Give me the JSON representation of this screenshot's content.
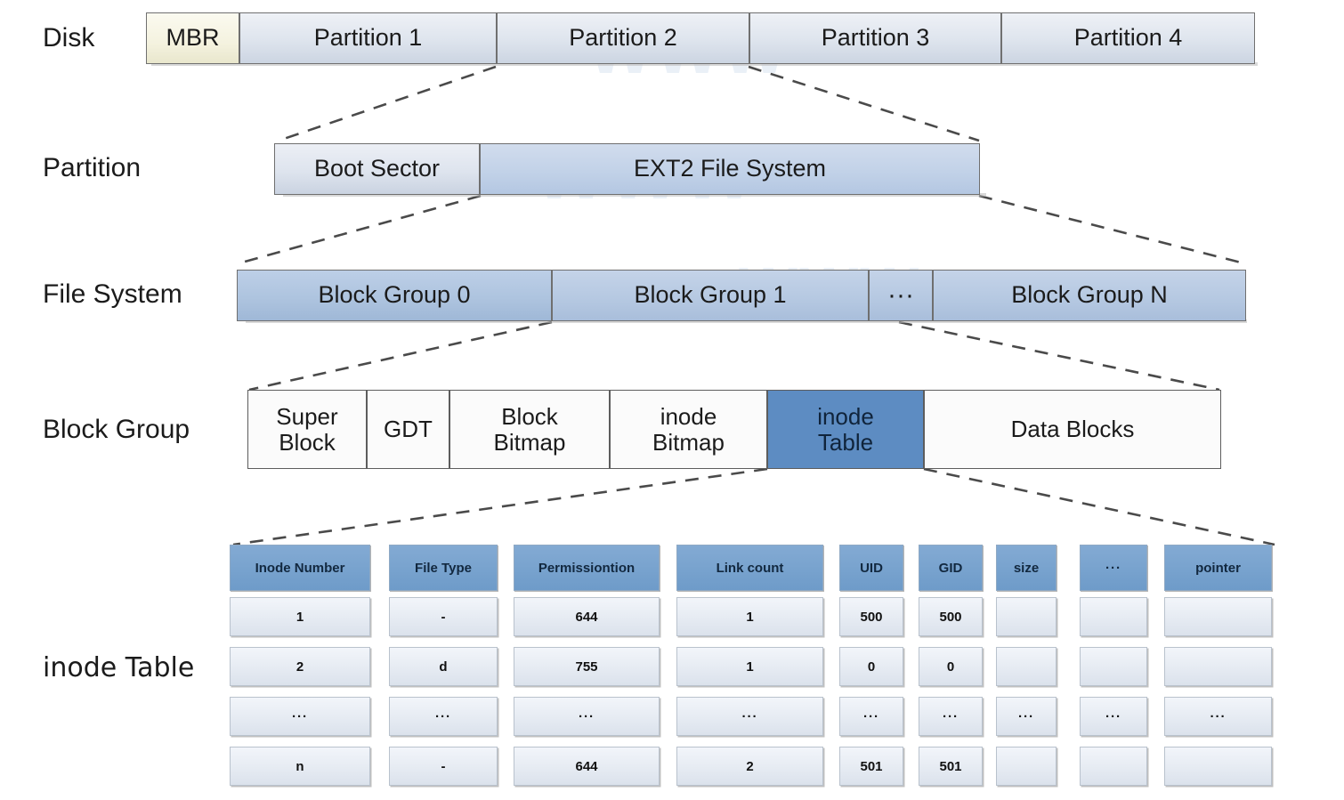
{
  "diagram": {
    "title": "EXT2 filesystem layout hierarchy",
    "accent_color": "#5d8cc2",
    "header_color": "#7aa4cf",
    "mbr_color": "#f4f2df",
    "watermark_text": "WWW"
  },
  "rows": {
    "disk": {
      "label": "Disk",
      "cells": [
        {
          "text": "MBR"
        },
        {
          "text": "Partition 1"
        },
        {
          "text": "Partition 2"
        },
        {
          "text": "Partition 3"
        },
        {
          "text": "Partition 4"
        }
      ]
    },
    "partition": {
      "label": "Partition",
      "cells": [
        {
          "text": "Boot Sector"
        },
        {
          "text": "EXT2 File System"
        }
      ]
    },
    "filesystem": {
      "label": "File System",
      "cells": [
        {
          "text": "Block Group 0"
        },
        {
          "text": "Block Group 1"
        },
        {
          "text": "···"
        },
        {
          "text": "Block Group N"
        }
      ]
    },
    "blockgroup": {
      "label": "Block Group",
      "cells": [
        {
          "line1": "Super",
          "line2": "Block"
        },
        {
          "line1": "GDT",
          "line2": ""
        },
        {
          "line1": "Block",
          "line2": "Bitmap"
        },
        {
          "line1": "inode",
          "line2": "Bitmap"
        },
        {
          "line1": "inode",
          "line2": "Table"
        },
        {
          "line1": "Data Blocks",
          "line2": ""
        }
      ]
    },
    "inodetable": {
      "label": "inode Table",
      "columns": [
        "Inode Number",
        "File Type",
        "Permissiontion",
        "Link count",
        "UID",
        "GID",
        "size",
        "···",
        "pointer"
      ],
      "rows": [
        [
          "1",
          "-",
          "644",
          "1",
          "500",
          "500",
          "",
          "",
          ""
        ],
        [
          "2",
          "d",
          "755",
          "1",
          "0",
          "0",
          "",
          "",
          ""
        ],
        [
          "···",
          "···",
          "···",
          "···",
          "···",
          "···",
          "···",
          "···",
          "···"
        ],
        [
          "n",
          "-",
          "644",
          "2",
          "501",
          "501",
          "",
          "",
          ""
        ]
      ]
    }
  }
}
